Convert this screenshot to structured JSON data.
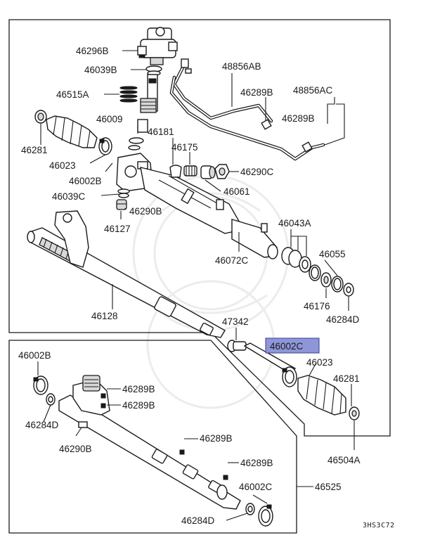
{
  "labels": {
    "p46296B": "46296B",
    "p46039B": "46039B",
    "p46515A": "46515A",
    "p46009": "46009",
    "p46281_top": "46281",
    "p46023_top": "46023",
    "p46002B_top": "46002B",
    "p46039C": "46039C",
    "p46290B_top": "46290B",
    "p46127": "46127",
    "p46181": "46181",
    "p46175": "46175",
    "p46290C": "46290C",
    "p46061": "46061",
    "p48856AB": "48856AB",
    "p46289B_a": "46289B",
    "p48856AC": "48856AC",
    "p46289B_b": "46289B",
    "p46043A": "46043A",
    "p46055": "46055",
    "p46072C": "46072C",
    "p46176": "46176",
    "p46284D_top": "46284D",
    "p46128": "46128",
    "p47342": "47342",
    "p46002C_sel": "46002C",
    "p46023_r": "46023",
    "p46281_r": "46281",
    "p46504A": "46504A",
    "p46002B_bot": "46002B",
    "p46284D_bl": "46284D",
    "p46290B_bot": "46290B",
    "p46289B_c": "46289B",
    "p46289B_d": "46289B",
    "p46289B_e": "46289B",
    "p46289B_f": "46289B",
    "p46002C_bot": "46002C",
    "p46525": "46525",
    "p46284D_bot": "46284D"
  },
  "diagram_code": "3HS3C72",
  "highlight_color": "#8f96d8"
}
